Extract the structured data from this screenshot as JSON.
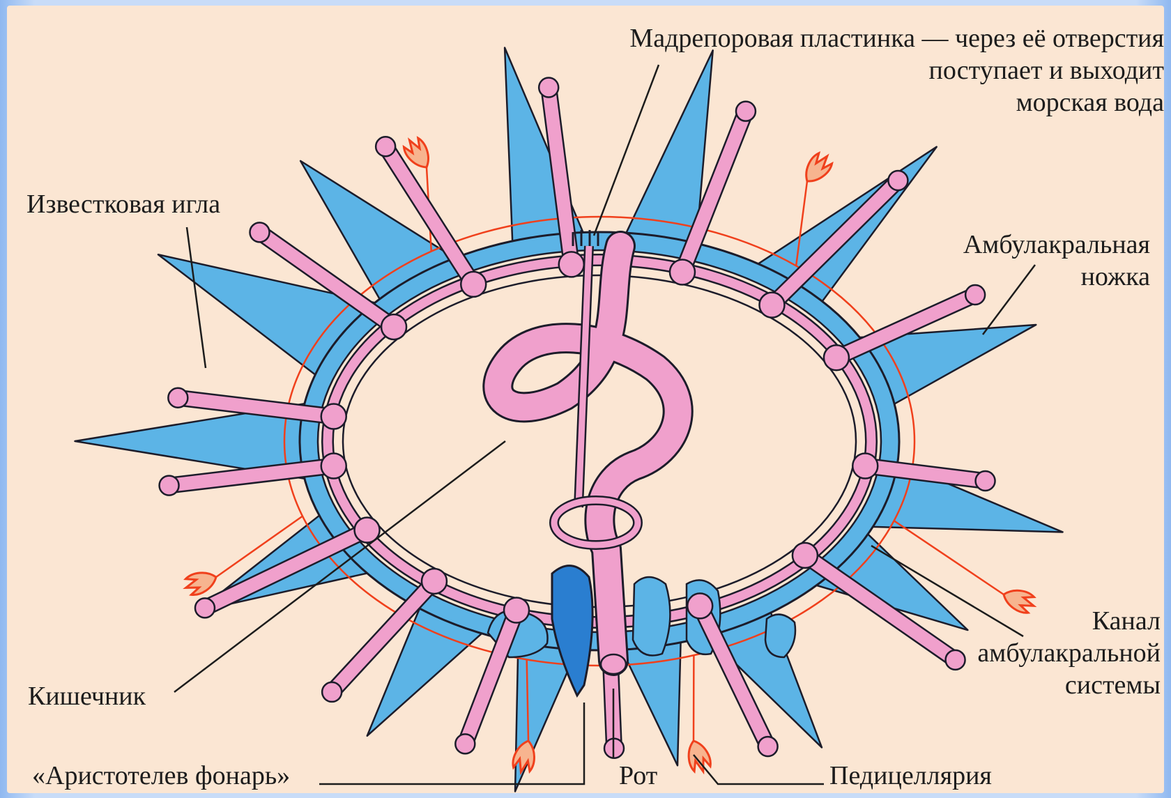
{
  "labels": {
    "madreporic_plate": "Мадрепоровая пластинка — через её отверстия\nпоступает и выходит\nморская вода",
    "calcareous_spine": "Известковая игла",
    "tube_foot": "Амбулакральная\nножка",
    "intestine": "Кишечник",
    "ambulacral_canal": "Канал\nамбулакральной\nсистемы",
    "aristotles_lantern": "«Аристотелев фонарь»",
    "mouth": "Рот",
    "pedicellaria": "Педицеллярия"
  },
  "colors": {
    "background": "#fbe6d3",
    "spine_blue": "#5cb4e6",
    "ambulacral_pink": "#f0a0cc",
    "pedicellaria_red": "#f0401c",
    "outline": "#1c1c2a",
    "lantern_blue": "#2a7ed0"
  }
}
